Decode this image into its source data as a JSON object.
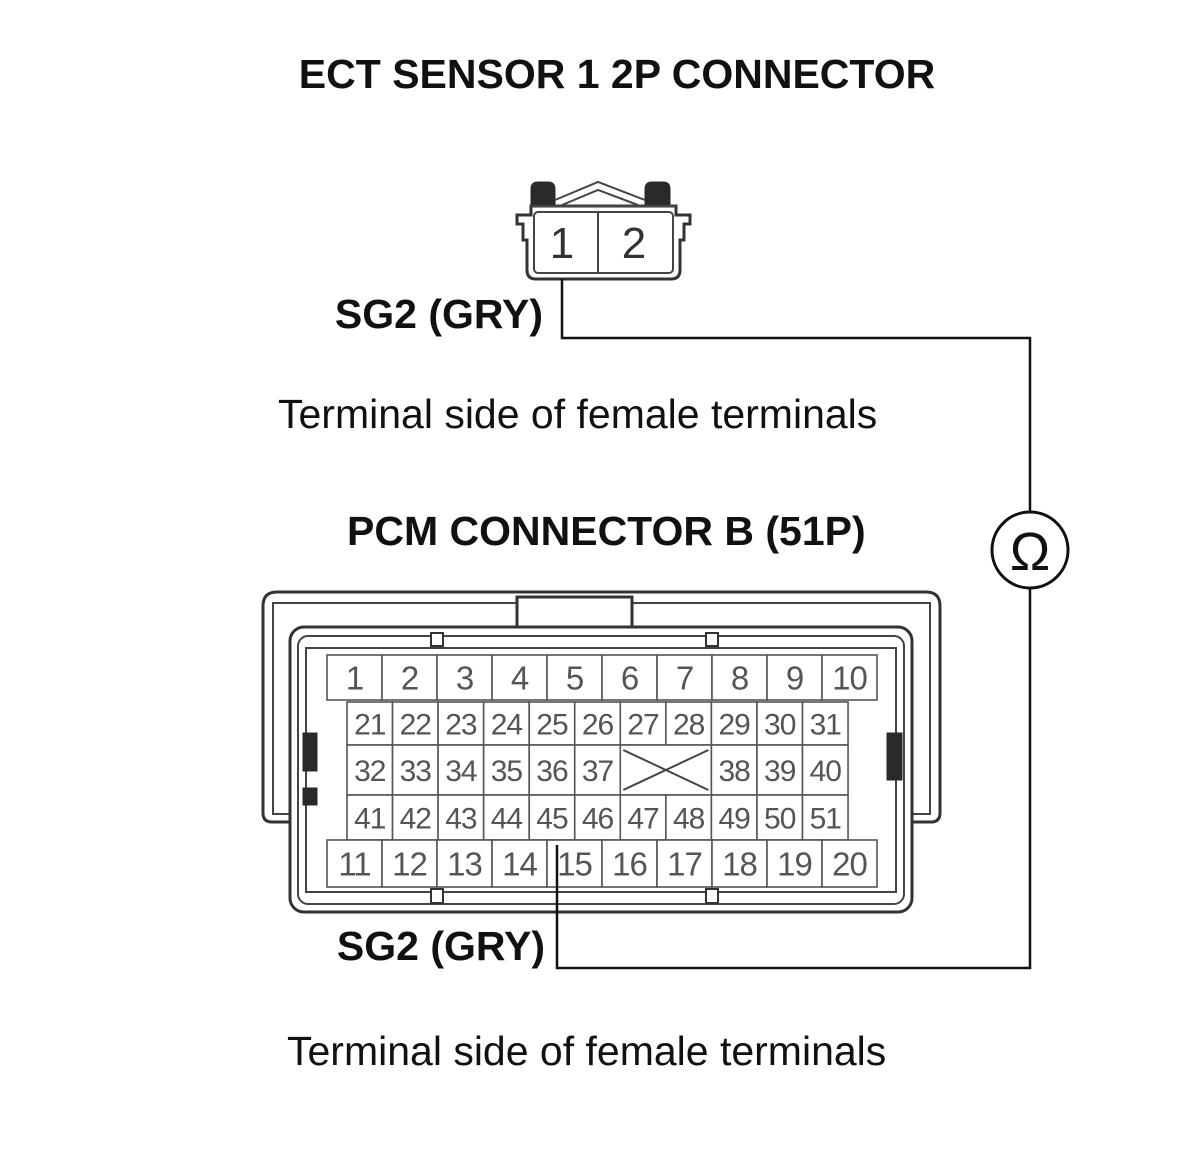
{
  "title": "ECT SENSOR 1 2P CONNECTOR",
  "ect_connector": {
    "terminals": [
      "1",
      "2"
    ],
    "wire_label": "SG2 (GRY)",
    "caption": "Terminal side of female terminals"
  },
  "meter": {
    "symbol": "Ω"
  },
  "pcm_connector": {
    "title": "PCM CONNECTOR B (51P)",
    "rows": [
      [
        "1",
        "2",
        "3",
        "4",
        "5",
        "6",
        "7",
        "8",
        "9",
        "10"
      ],
      [
        "21",
        "22",
        "23",
        "24",
        "25",
        "26",
        "27",
        "28",
        "29",
        "30",
        "31"
      ],
      [
        "32",
        "33",
        "34",
        "35",
        "36",
        "37",
        null,
        null,
        "38",
        "39",
        "40"
      ],
      [
        "41",
        "42",
        "43",
        "44",
        "45",
        "46",
        "47",
        "48",
        "49",
        "50",
        "51"
      ],
      [
        "11",
        "12",
        "13",
        "14",
        "15",
        "16",
        "17",
        "18",
        "19",
        "20"
      ]
    ],
    "wire_label": "SG2 (GRY)",
    "caption": "Terminal side of female terminals"
  }
}
